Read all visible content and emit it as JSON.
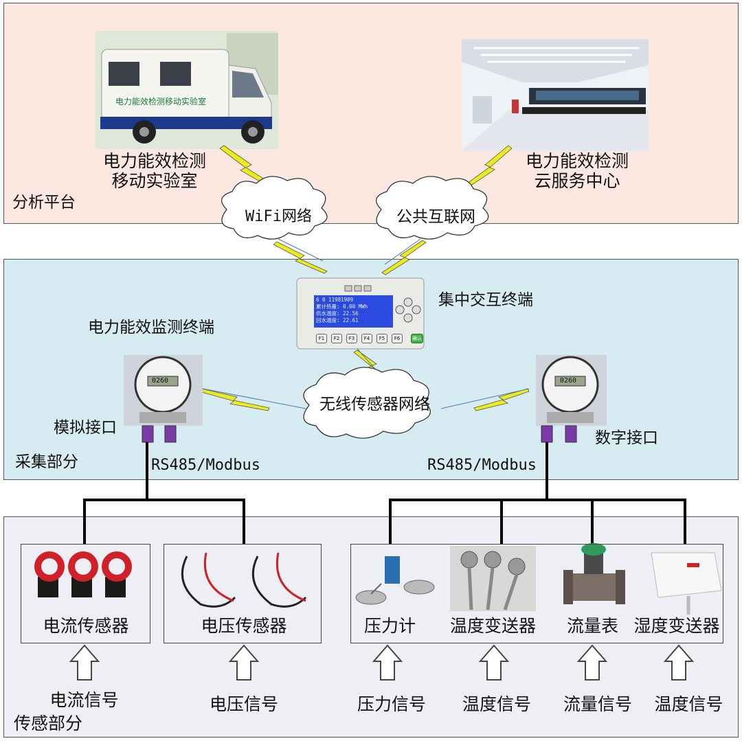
{
  "analysis": {
    "section_label": "分析平台",
    "mobile_lab": {
      "line1": "电力能效检测",
      "line2": "移动实验室",
      "van_text": "电力能效检测移动实验室"
    },
    "cloud": {
      "line1": "电力能效检测",
      "line2": "云服务中心"
    },
    "wifi_label": "WiFi网络",
    "internet_label": "公共互联网"
  },
  "collection": {
    "section_label": "采集部分",
    "terminal_label": "集中交互终端",
    "terminal_screen": [
      "6  0 11981909",
      "累计热量: 0.00 MWh",
      "供水温度: 22.56",
      "回水温度: 22.61"
    ],
    "terminal_keys": [
      "F1",
      "F2",
      "F3",
      "F4",
      "F5",
      "F6"
    ],
    "terminal_ok": "确认",
    "monitor_label": "电力能效监测终端",
    "wsn_label": "无线传感器网络",
    "analog_label": "模拟接口",
    "digital_label": "数字接口",
    "rs485_left": "RS485/Modbus",
    "rs485_right": "RS485/Modbus",
    "meter_reading": "0260"
  },
  "sensing": {
    "section_label": "传感部分",
    "sensors": [
      {
        "label": "电流传感器",
        "signal": "电流信号"
      },
      {
        "label": "电压传感器",
        "signal": "电压信号"
      },
      {
        "label": "压力计",
        "signal": "压力信号"
      },
      {
        "label": "温度变送器",
        "signal": "温度信号"
      },
      {
        "label": "流量表",
        "signal": "流量信号"
      },
      {
        "label": "湿度变送器",
        "signal": "温度信号"
      }
    ]
  },
  "colors": {
    "analysis_bg": "#fbe9e1",
    "collection_bg": "#d6ecf2",
    "sensing_bg": "#eeeff4",
    "bolt": "#ecec1c",
    "connector": "#7a3aa8"
  }
}
